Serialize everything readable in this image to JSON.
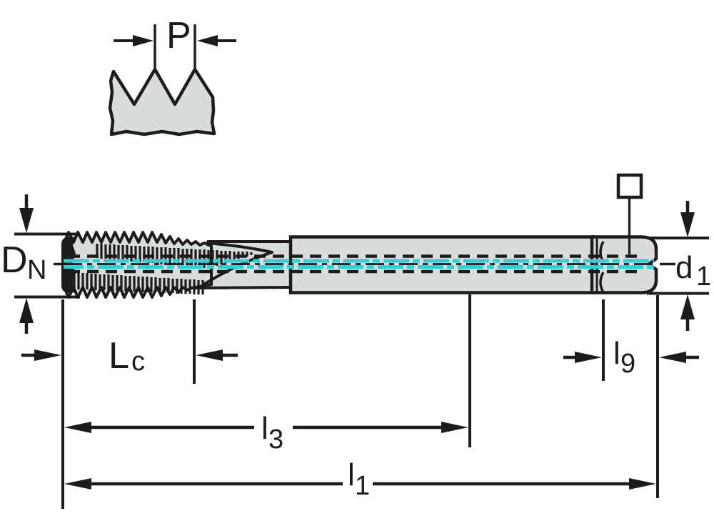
{
  "diagram": {
    "type": "technical-drawing",
    "subject": "spiral-fluted machine tap with dimension callouts",
    "labels": {
      "pitch": {
        "main": "P"
      },
      "nominal_diameter": {
        "main": "D",
        "sub": "N"
      },
      "shank_diameter": {
        "main": "d",
        "sub": "1"
      },
      "thread_length": {
        "main": "L",
        "sub": "c"
      },
      "square_length": {
        "main": "l",
        "sub": "9"
      },
      "intermediate_length": {
        "main": "l",
        "sub": "3"
      },
      "overall_length": {
        "main": "l",
        "sub": "1"
      }
    },
    "symbols": {
      "square_drive": "square outline with leader to shank end"
    },
    "colors": {
      "body": "#d8dcdc",
      "line": "#1c1c1c",
      "centerline": "#2fd1d1",
      "background": "#ffffff"
    }
  }
}
